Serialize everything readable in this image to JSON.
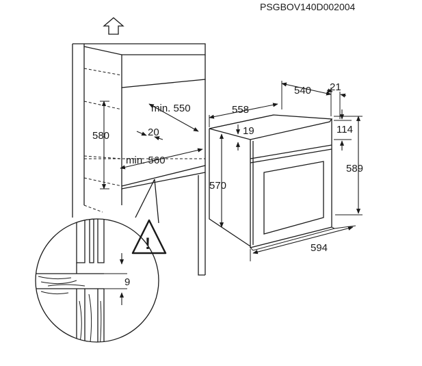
{
  "diagram": {
    "code": "PSGBOV140D002004",
    "dimensions": {
      "d540": "540",
      "d21": "21",
      "d558": "558",
      "d19": "19",
      "d114": "114",
      "d589": "589",
      "d570": "570",
      "d594": "594",
      "min550": "min. 550",
      "d580": "580",
      "d20": "20",
      "min560": "min. 560",
      "d9": "9"
    },
    "warning_symbol": "!",
    "icons": {
      "up_arrow": "up-arrow-icon",
      "warning": "warning-triangle-icon"
    }
  }
}
